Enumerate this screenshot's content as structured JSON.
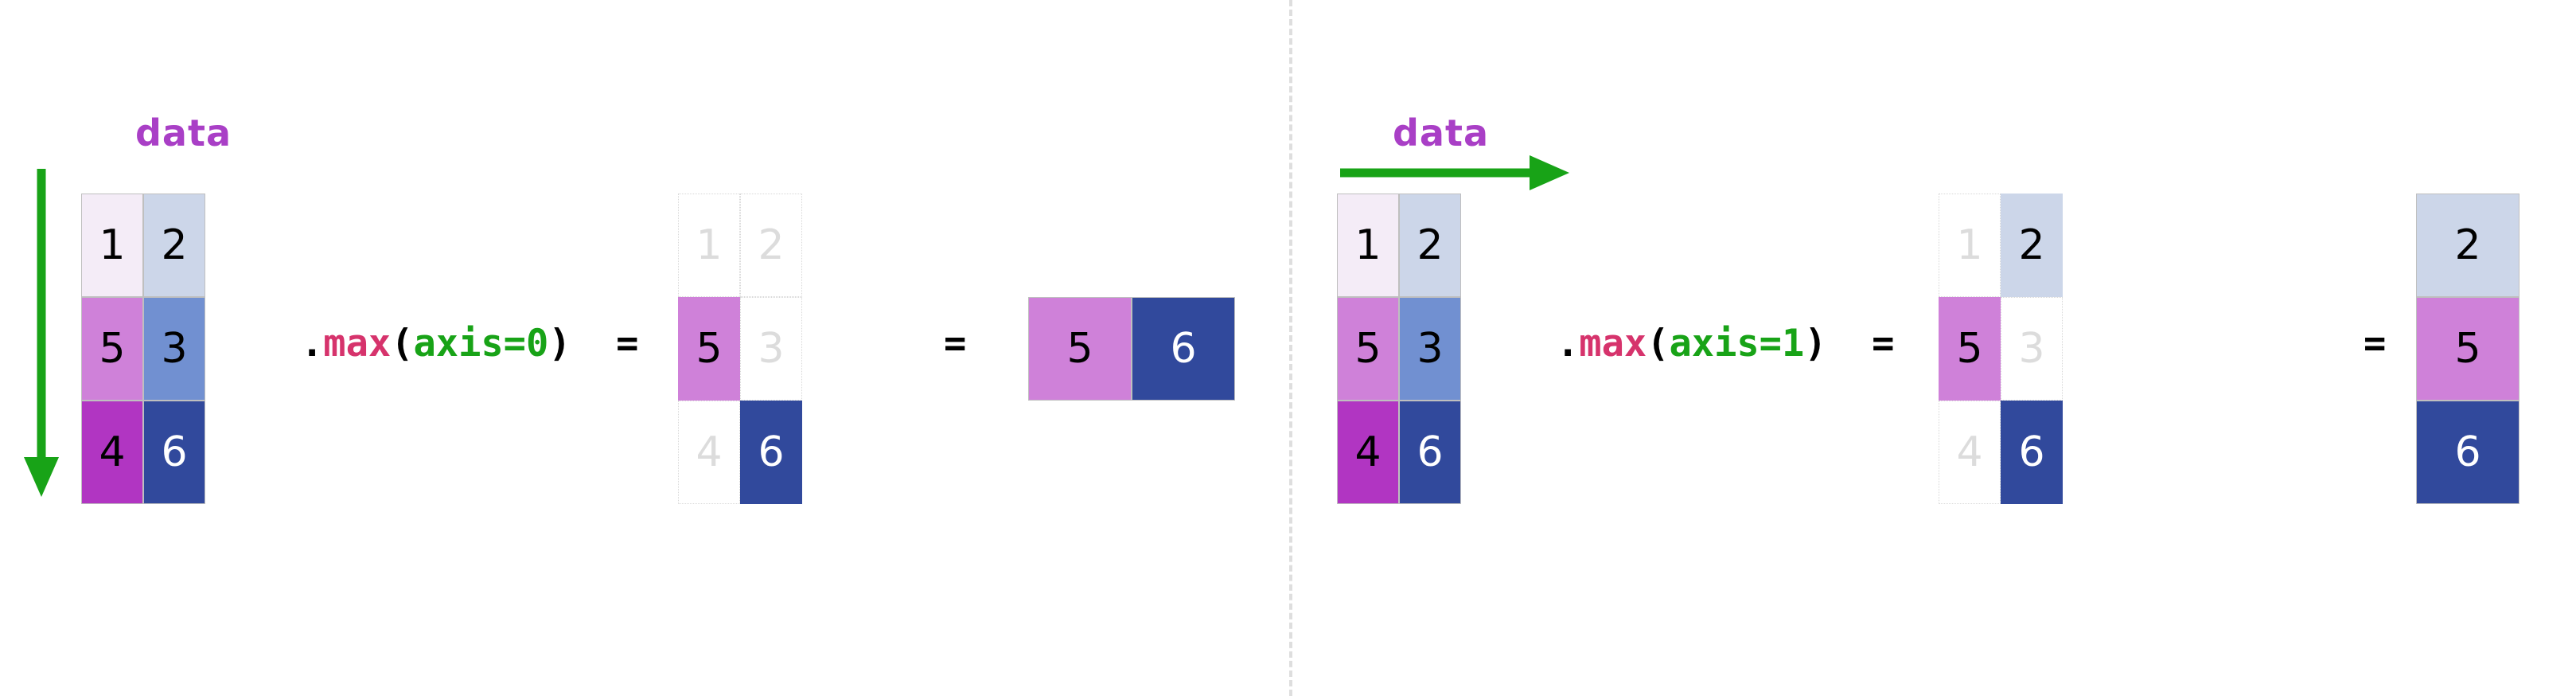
{
  "diagram": {
    "title_left": "data",
    "title_right": "data",
    "divider": "dashed-vertical-divider",
    "accent_colors": {
      "label_purple": "#a93fc6",
      "arrow_green": "#18a317",
      "fn_crimson": "#d6336c",
      "kw_green": "#18a317",
      "divider_gray": "#dedede"
    }
  },
  "palette": {
    "c1": "#f4ecf7",
    "c2": "#ccd6e9",
    "c3": "#7190d1",
    "c4": "#b135c2",
    "c5": "#cf81d9",
    "c6": "#31499c",
    "ghost_text": "#dcdcdc"
  },
  "chart_data": {
    "type": "table",
    "title": "NumPy max reduction along axis 0 and axis 1",
    "source_matrix": {
      "rows": 3,
      "cols": 2,
      "values": [
        [
          1,
          2
        ],
        [
          5,
          3
        ],
        [
          4,
          6
        ]
      ]
    },
    "axis0": {
      "operation": "data.max(axis=0)",
      "arrow_direction": "down",
      "highlighted_cells": [
        [
          1,
          0
        ],
        [
          2,
          1
        ]
      ],
      "result_shape": [
        1,
        2
      ],
      "result": [
        5,
        6
      ]
    },
    "axis1": {
      "operation": "data.max(axis=1)",
      "arrow_direction": "right",
      "highlighted_cells": [
        [
          0,
          1
        ],
        [
          1,
          0
        ],
        [
          2,
          1
        ]
      ],
      "result_shape": [
        3,
        1
      ],
      "result": [
        2,
        5,
        6
      ]
    }
  },
  "panels": [
    {
      "id": "axis0",
      "label": "data",
      "arrow": "down-arrow-icon",
      "source": {
        "name": "source-matrix",
        "cells": [
          {
            "value": "1",
            "style": "c1"
          },
          {
            "value": "2",
            "style": "c2"
          },
          {
            "value": "5",
            "style": "c5"
          },
          {
            "value": "3",
            "style": "c3"
          },
          {
            "value": "4",
            "style": "c4"
          },
          {
            "value": "6",
            "style": "c6"
          }
        ]
      },
      "expression": {
        "dot": ".",
        "fn": "max",
        "open": "(",
        "kw": "axis=0",
        "close": ")",
        "equals": "="
      },
      "masked": {
        "name": "masked-matrix",
        "cells": [
          {
            "value": "1",
            "style": "ghost"
          },
          {
            "value": "2",
            "style": "ghost"
          },
          {
            "value": "5",
            "style": "c5"
          },
          {
            "value": "3",
            "style": "ghost"
          },
          {
            "value": "4",
            "style": "ghost"
          },
          {
            "value": "6",
            "style": "c6"
          }
        ]
      },
      "equals2": "=",
      "result": {
        "name": "result-matrix",
        "orientation": "row",
        "cells": [
          {
            "value": "5",
            "style": "c5"
          },
          {
            "value": "6",
            "style": "c6"
          }
        ]
      }
    },
    {
      "id": "axis1",
      "label": "data",
      "arrow": "right-arrow-icon",
      "source": {
        "name": "source-matrix",
        "cells": [
          {
            "value": "1",
            "style": "c1"
          },
          {
            "value": "2",
            "style": "c2"
          },
          {
            "value": "5",
            "style": "c5"
          },
          {
            "value": "3",
            "style": "c3"
          },
          {
            "value": "4",
            "style": "c4"
          },
          {
            "value": "6",
            "style": "c6"
          }
        ]
      },
      "expression": {
        "dot": ".",
        "fn": "max",
        "open": "(",
        "kw": "axis=1",
        "close": ")",
        "equals": "="
      },
      "masked": {
        "name": "masked-matrix",
        "cells": [
          {
            "value": "1",
            "style": "ghost"
          },
          {
            "value": "2",
            "style": "c2"
          },
          {
            "value": "5",
            "style": "c5"
          },
          {
            "value": "3",
            "style": "ghost"
          },
          {
            "value": "4",
            "style": "ghost"
          },
          {
            "value": "6",
            "style": "c6"
          }
        ]
      },
      "equals2": "=",
      "result": {
        "name": "result-matrix",
        "orientation": "column",
        "cells": [
          {
            "value": "2",
            "style": "c2"
          },
          {
            "value": "5",
            "style": "c5"
          },
          {
            "value": "6",
            "style": "c6"
          }
        ]
      }
    }
  ]
}
